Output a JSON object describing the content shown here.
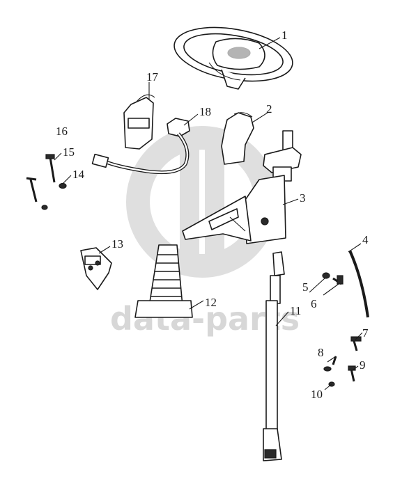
{
  "watermark": {
    "text": "data-parts",
    "color": "#d7d7d7"
  },
  "callouts": [
    {
      "id": "c1",
      "label": "1"
    },
    {
      "id": "c2",
      "label": "2"
    },
    {
      "id": "c3",
      "label": "3"
    },
    {
      "id": "c4",
      "label": "4"
    },
    {
      "id": "c5",
      "label": "5"
    },
    {
      "id": "c6",
      "label": "6"
    },
    {
      "id": "c7",
      "label": "7"
    },
    {
      "id": "c8",
      "label": "8"
    },
    {
      "id": "c9",
      "label": "9"
    },
    {
      "id": "c10",
      "label": "10"
    },
    {
      "id": "c11",
      "label": "11"
    },
    {
      "id": "c12",
      "label": "12"
    },
    {
      "id": "c13",
      "label": "13"
    },
    {
      "id": "c14",
      "label": "14"
    },
    {
      "id": "c15",
      "label": "15"
    },
    {
      "id": "c16",
      "label": "16"
    },
    {
      "id": "c17",
      "label": "17"
    },
    {
      "id": "c18",
      "label": "18"
    }
  ]
}
